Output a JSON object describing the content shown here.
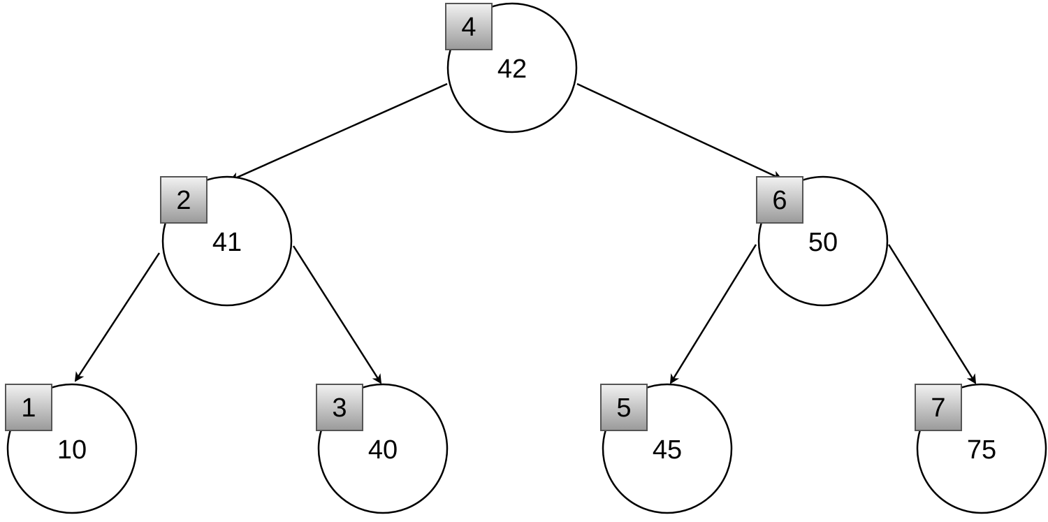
{
  "tree": {
    "nodes": [
      {
        "id": "n4",
        "index": "4",
        "value": "42"
      },
      {
        "id": "n2",
        "index": "2",
        "value": "41"
      },
      {
        "id": "n6",
        "index": "6",
        "value": "50"
      },
      {
        "id": "n1",
        "index": "1",
        "value": "10"
      },
      {
        "id": "n3",
        "index": "3",
        "value": "40"
      },
      {
        "id": "n5",
        "index": "5",
        "value": "45"
      },
      {
        "id": "n7",
        "index": "7",
        "value": "75"
      }
    ],
    "edges": [
      {
        "from": "n4",
        "to": "n2"
      },
      {
        "from": "n4",
        "to": "n6"
      },
      {
        "from": "n2",
        "to": "n1"
      },
      {
        "from": "n2",
        "to": "n3"
      },
      {
        "from": "n6",
        "to": "n5"
      },
      {
        "from": "n6",
        "to": "n7"
      }
    ]
  },
  "colors": {
    "stroke": "#000000",
    "circle_fill": "#ffffff",
    "box_gradient_light": "#f2f2f2",
    "box_gradient_dark": "#9a9a9a",
    "box_border": "#555555"
  }
}
